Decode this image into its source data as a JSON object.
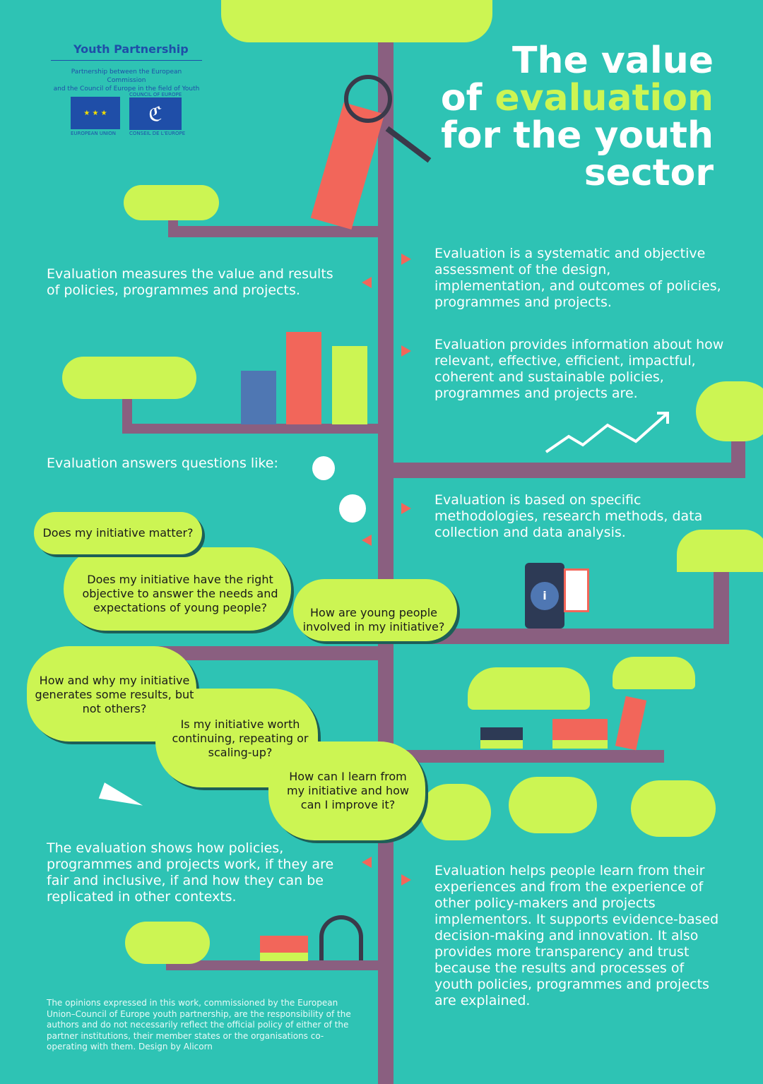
{
  "logo": {
    "title": "Youth Partnership",
    "subtitle_line1": "Partnership between the European Commission",
    "subtitle_line2": "and the Council of Europe in the field of Youth",
    "eu_caption": "EUROPEAN UNION",
    "coe_caption_top": "COUNCIL OF EUROPE",
    "coe_caption_bottom": "CONSEIL DE L'EUROPE"
  },
  "title": {
    "line1": "The value",
    "line2_pre": "of ",
    "line2_highlight": "evaluation",
    "line3": "for the youth",
    "line4": "sector"
  },
  "colors": {
    "background": "#2ec3b4",
    "trunk": "#8a5f80",
    "cloud": "#ccf553",
    "accent": "#f2665a",
    "logo": "#1f4ea8"
  },
  "statements": {
    "left1": "Evaluation measures the value and results of policies, programmes and projects.",
    "right1": "Evaluation is a systematic and objective assessment of the design, implementation, and outcomes of policies, programmes and projects.",
    "right2": "Evaluation provides information about how relevant, effective, efficient, impactful, coherent and sustainable policies, programmes and projects are.",
    "left2": "Evaluation answers questions like:",
    "right3": "Evaluation is based on specific methodologies, research methods, data collection and data analysis.",
    "left3": "The evaluation shows how policies, programmes and projects work, if they are fair and inclusive, if and how they can be replicated in other contexts.",
    "right4": "Evaluation helps people learn from their experiences and from the experience of other policy-makers and projects implementors. It supports evidence-based decision-making and innovation. It also provides more transparency and trust because the results and processes of youth policies, programmes and projects are explained."
  },
  "questions": [
    "Does my initiative matter?",
    "Does my initiative have the right objective to answer the needs and expectations of young people?",
    "How are young people involved in my initiative?",
    "How and why my initiative generates some results, but not others?",
    "Is my initiative worth continuing, repeating or scaling-up?",
    "How can I learn from my initiative and how can I improve it?"
  ],
  "footer": "The opinions expressed in this work, commissioned by the European Union–Council of Europe youth partnership, are the responsibility of the authors and do not necessarily reflect the official policy of either of the partner institutions, their member states or the organisations co-operating with them. Design by Alicorn"
}
